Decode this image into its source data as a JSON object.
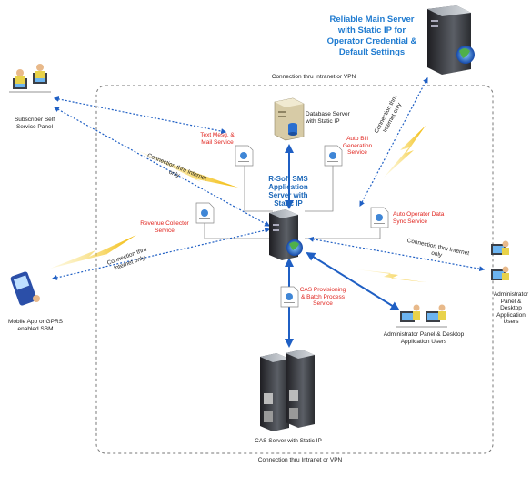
{
  "top_border_label": "Connection thru Intranet or VPN",
  "bottom_border_label": "Connection thru Intranet or VPN",
  "main_server_label": "Reliable Main Server with Static IP for Operator Credential & Default Settings",
  "subscriber_panel_label": "Subscriber Self Service Panel",
  "database_server_label": "Database Server with Static IP",
  "text_mail_service_label": "Text Mesg. & Mail Service",
  "auto_bill_label": "Auto Bill Generation Service",
  "app_server_label": "R-Soft SMS Application Server with Static IP",
  "revenue_collector_label": "Revenue Collector Service",
  "auto_operator_sync_label": "Auto Operator Data Sync Service",
  "cas_provisioning_label": "CAS Provisioning & Batch Process Service",
  "cas_server_label": "CAS Server with Static IP",
  "mobile_app_label": "Mobile App or GPRS enabled SBM",
  "admin_panel_right_label": "Administrator Panel & Desktop Application Users",
  "admin_panel_center_label": "Administrator Panel & Desktop Application Users",
  "conn_internet_subscriber": "Connection thru Internet only",
  "conn_internet_mobile": "Connection thru Internet only",
  "conn_internet_main_server": "Connection thru Internet only",
  "conn_internet_admin": "Connection thru Internet only",
  "colors": {
    "arrow_blue": "#1f5fc4",
    "label_red": "#e0231d",
    "title_blue": "#1f7bd0",
    "lightning_yellow": "#f2c200"
  }
}
